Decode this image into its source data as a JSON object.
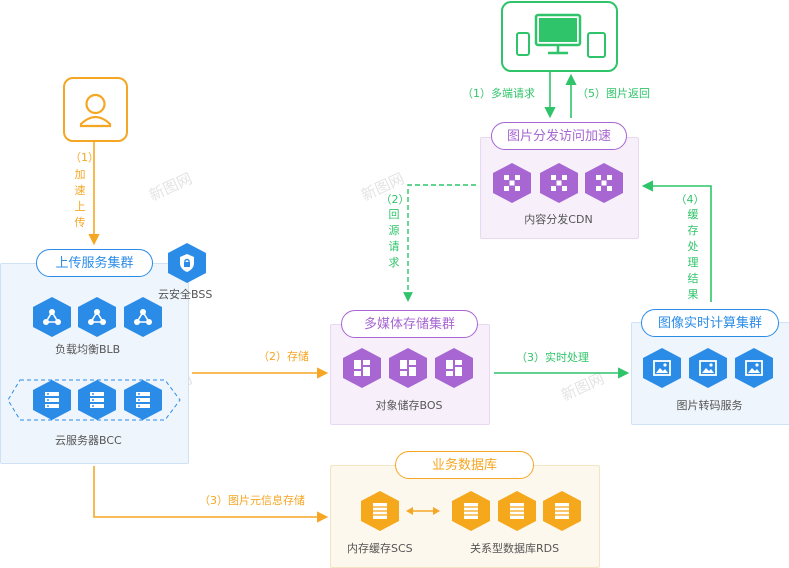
{
  "colors": {
    "blue": "#2b8ce8",
    "orange": "#f5a623",
    "green": "#2fc46a",
    "purple": "#a766d2",
    "hexOrange": "#f5a81c",
    "watermark": "#e6e6e6"
  },
  "watermark": "新图网",
  "user": {
    "icon": "user-icon"
  },
  "devices": {
    "icon": "multi-device-icon"
  },
  "cdn": {
    "title": "图片分发访问加速",
    "caption": "内容分发CDN",
    "icon": "cdn-node-icon"
  },
  "upload": {
    "title": "上传服务集群",
    "lb_caption": "负载均衡BLB",
    "bcc_caption": "云服务器BCC",
    "lb_icon": "network-icon",
    "bcc_icon": "server-icon"
  },
  "security": {
    "caption": "云安全BSS",
    "icon": "shield-lock-icon"
  },
  "storage": {
    "title": "多媒体存储集群",
    "caption": "对象储存BOS",
    "icon": "object-storage-icon"
  },
  "compute": {
    "title": "图像实时计算集群",
    "caption": "图片转码服务",
    "icon": "image-icon"
  },
  "database": {
    "title": "业务数据库",
    "cache_caption": "内存缓存SCS",
    "rds_caption": "关系型数据库RDS",
    "icon": "database-icon"
  },
  "flows": {
    "upload_num": "（1）",
    "upload_text": "加速上传",
    "multi_request": "（1）多端请求",
    "image_return": "（5）图片返回",
    "origin_num": "（2）",
    "origin_text": "回源请求",
    "cache_num": "（4）",
    "cache_text": "缓存处理结果",
    "store": "（2）存储",
    "realtime": "（3）实时处理",
    "meta_store": "（3）图片元信息存储"
  }
}
